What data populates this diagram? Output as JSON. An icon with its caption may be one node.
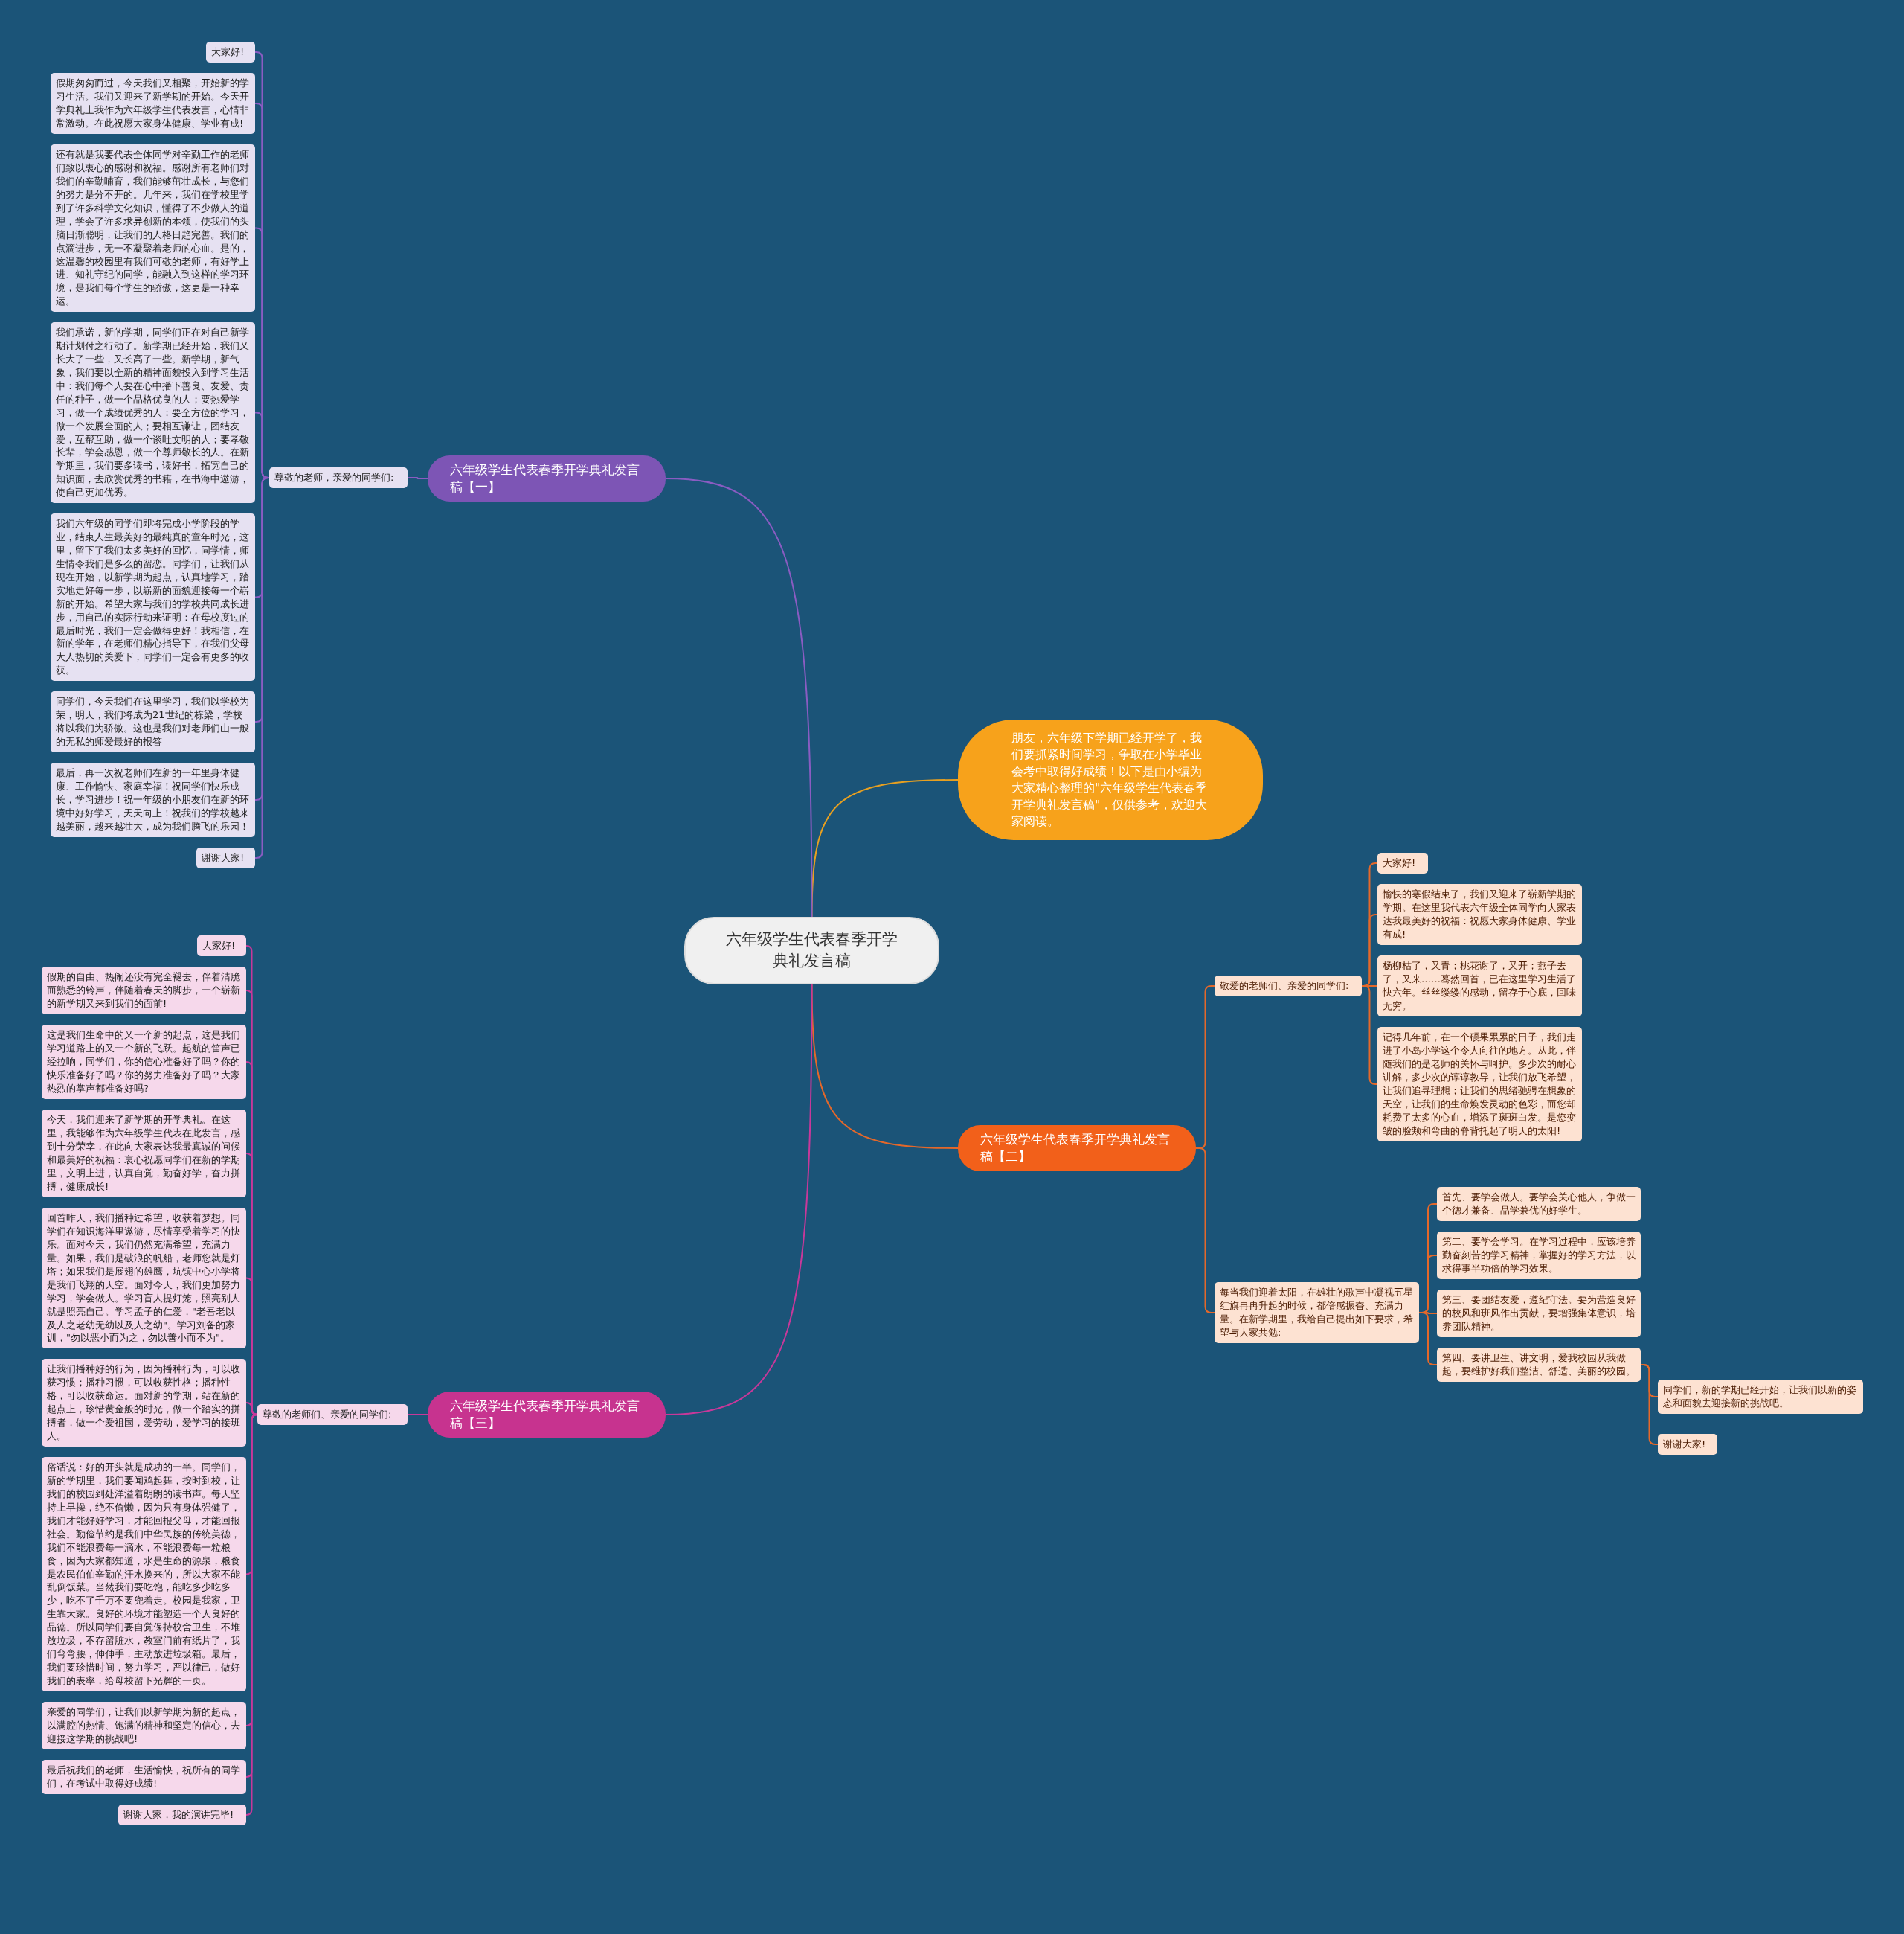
{
  "diagram": {
    "nodes": [
      {
        "text": [
          "六年级学生代表春季开学典礼发言稿"
        ]
      },
      {
        "text": [
          "朋友，六年级下学期已经开学了，我们要抓紧时间学习，争取在小学毕业会考中取得好成绩！以下是由小编为大家精心整理的\"六年级学生代表春季开学典礼发言稿\"，仅供参考，欢迎大家阅读。"
        ]
      },
      {
        "text": [
          "六年级学生代表春季开学典礼发言稿【一】"
        ]
      },
      {
        "text": [
          "尊敬的老师，亲爱的同学们:"
        ]
      },
      {
        "text": [
          "大家好!"
        ]
      },
      {
        "text": [
          "假期匆匆而过，今天我们又相聚，开始新的学习生活。我们又迎来了新学期的开始。今天开学典礼上我作为六年级学生代表发言，心情非常激动。在此祝愿大家身体健康、学业有成!"
        ]
      },
      {
        "text": [
          "还有就是我要代表全体同学对辛勤工作的老师们致以衷心的感谢和祝福。感谢所有老师们对我们的辛勤哺育，我们能够茁壮成长，与您们的努力是分不开的。几年来，我们在学校里学到了许多科学文化知识，懂得了不少做人的道理，学会了许多求异创新的本领，使我们的头脑日渐聪明，让我们的人格日趋完善。我们的点滴进步，无一不凝聚着老师的心血。是的，这温馨的校园里有我们可敬的老师，有好学上进、知礼守纪的同学，能融入到这样的学习环境，是我们每个学生的骄傲，这更是一种幸运。"
        ]
      },
      {
        "text": [
          "我们承诺，新的学期，同学们正在对自己新学期计划付之行动了。新学期已经开始，我们又长大了一些，又长高了一些。新学期，新气象，我们要以全新的精神面貌投入到学习生活中：我们每个人要在心中播下善良、友爱、责任的种子，做一个品格优良的人；要热爱学习，做一个成绩优秀的人；要全方位的学习，做一个发展全面的人；要相互谦让，团结友爱，互帮互助，做一个谈吐文明的人；要孝敬长辈，学会感恩，做一个尊师敬长的人。在新学期里，我们要多读书，读好书，拓宽自己的知识面，去欣赏优秀的书籍，在书海中遨游，使自己更加优秀。"
        ]
      },
      {
        "text": [
          "我们六年级的同学们即将完成小学阶段的学业，结束人生最美好的最纯真的童年时光，这里，留下了我们太多美好的回忆，同学情，师生情令我们是多么的留恋。同学们，让我们从现在开始，以新学期为起点，认真地学习，踏实地走好每一步，以崭新的面貌迎接每一个崭新的开始。希望大家与我们的学校共同成长进步，用自己的实际行动来证明：在母校度过的最后时光，我们一定会做得更好！我相信，在新的学年，在老师们精心指导下，在我们父母大人热切的关爱下，同学们一定会有更多的收获。"
        ]
      },
      {
        "text": [
          "同学们，今天我们在这里学习，我们以学校为荣，明天，我们将成为21世纪的栋梁，学校将以我们为骄傲。这也是我们对老师们山一般的无私的师爱最好的报答"
        ]
      },
      {
        "text": [
          "最后，再一次祝老师们在新的一年里身体健康、工作愉快、家庭幸福！祝同学们快乐成长，学习进步！祝一年级的小朋友们在新的环境中好好学习，天天向上！祝我们的学校越来越美丽，越来越壮大，成为我们腾飞的乐园！"
        ]
      },
      {
        "text": [
          "谢谢大家!"
        ]
      },
      {
        "text": [
          "六年级学生代表春季开学典礼发言稿【二】"
        ]
      },
      {
        "text": [
          "敬爱的老师们、亲爱的同学们:"
        ]
      },
      {
        "text": [
          "大家好!"
        ]
      },
      {
        "text": [
          "愉快的寒假结束了，我们又迎来了崭新学期的学期。在这里我代表六年级全体同学向大家表达我最美好的祝福：祝愿大家身体健康、学业有成!"
        ]
      },
      {
        "text": [
          "杨柳枯了，又青；桃花谢了，又开；燕子去了，又来……蓦然回首，已在这里学习生活了快六年。丝丝缕缕的感动，留存于心底，回味无穷。"
        ]
      },
      {
        "text": [
          "记得几年前，在一个硕果累累的日子，我们走进了小岛小学这个令人向往的地方。从此，伴随我们的是老师的关怀与呵护。多少次的耐心讲解，多少次的谆谆教导，让我们放飞希望，让我们追寻理想；让我们的思绪驰骋在想象的天空，让我们的生命焕发灵动的色彩，而您却耗费了太多的心血，增添了斑斑白发。是您变皱的脸颊和弯曲的脊背托起了明天的太阳!"
        ]
      },
      {
        "text": [
          "每当我们迎着太阳，在雄壮的歌声中凝视五星红旗冉冉升起的时候，都倍感振奋、充满力量。在新学期里，我给自己提出如下要求，希望与大家共勉:"
        ]
      },
      {
        "text": [
          "首先、要学会做人。要学会关心他人，争做一个德才兼备、品学兼优的好学生。"
        ]
      },
      {
        "text": [
          "第二、要学会学习。在学习过程中，应该培养勤奋刻苦的学习精神，掌握好的学习方法，以求得事半功倍的学习效果。"
        ]
      },
      {
        "text": [
          "第三、要团结友爱，遵纪守法。要为营造良好的校风和班风作出贡献，要增强集体意识，培养团队精神。"
        ]
      },
      {
        "text": [
          "第四、要讲卫生、讲文明，爱我校园从我做起，要维护好我们整洁、舒适、美丽的校园。"
        ]
      },
      {
        "text": [
          "同学们，新的学期已经开始，让我们以新的姿态和面貌去迎接新的挑战吧。"
        ]
      },
      {
        "text": [
          "谢谢大家!"
        ]
      },
      {
        "text": [
          "六年级学生代表春季开学典礼发言稿【三】"
        ]
      },
      {
        "text": [
          "尊敬的老师们、亲爱的同学们:"
        ]
      },
      {
        "text": [
          "大家好!"
        ]
      },
      {
        "text": [
          "假期的自由、热闹还没有完全褪去，伴着清脆而熟悉的铃声，伴随着春天的脚步，一个崭新的新学期又来到我们的面前!"
        ]
      },
      {
        "text": [
          "这是我们生命中的又一个新的起点，这是我们学习道路上的又一个新的飞跃。起航的笛声已经拉响，同学们，你的信心准备好了吗？你的快乐准备好了吗？你的努力准备好了吗？大家热烈的掌声都准备好吗?"
        ]
      },
      {
        "text": [
          "今天，我们迎来了新学期的开学典礼。在这里，我能够作为六年级学生代表在此发言，感到十分荣幸，在此向大家表达我最真诚的问候和最美好的祝福：衷心祝愿同学们在新的学期里，文明上进，认真自觉，勤奋好学，奋力拼搏，健康成长!"
        ]
      },
      {
        "text": [
          "回首昨天，我们播种过希望，收获着梦想。同学们在知识海洋里遨游，尽情享受着学习的快乐。面对今天，我们仍然充满希望，充满力量。如果，我们是破浪的帆船，老师您就是灯塔；如果我们是展翅的雄鹰，坑镇中心小学将是我们飞翔的天空。面对今天，我们更加努力学习，学会做人。学习盲人提灯笼，照亮别人就是照亮自己。学习孟子的仁爱，\"老吾老以及人之老幼无幼以及人之幼\"。学习刘备的家训，\"勿以恶小而为之，勿以善小而不为\"。"
        ]
      },
      {
        "text": [
          "让我们播种好的行为，因为播种行为，可以收获习惯；播种习惯，可以收获性格；播种性格，可以收获命运。面对新的学期，站在新的起点上，珍惜黄金般的时光，做一个踏实的拼搏者，做一个爱祖国，爱劳动，爱学习的接班人。"
        ]
      },
      {
        "text": [
          "俗话说：好的开头就是成功的一半。同学们，新的学期里，我们要闻鸡起舞，按时到校，让我们的校园到处洋溢着朗朗的读书声。每天坚持上早操，绝不偷懒，因为只有身体强健了，我们才能好好学习，才能回报父母，才能回报社会。勤俭节约是我们中华民族的传统美德，我们不能浪费每一滴水，不能浪费每一粒粮食，因为大家都知道，水是生命的源泉，粮食是农民伯伯辛勤的汗水换来的，所以大家不能乱倒饭菜。当然我们要吃饱，能吃多少吃多少，吃不了千万不要兜着走。校园是我家，卫生靠大家。良好的环境才能塑造一个人良好的品德。所以同学们要自觉保持校舍卫生，不堆放垃圾，不存留脏水，教室门前有纸片了，我们弯弯腰，伸伸手，主动放进垃圾箱。最后，我们要珍惜时间，努力学习，严以律己，做好我们的表率，给母校留下光辉的一页。"
        ]
      },
      {
        "text": [
          "亲爱的同学们，让我们以新学期为新的起点，以满腔的热情、饱满的精神和坚定的信心，去迎接这学期的挑战吧!"
        ]
      },
      {
        "text": [
          "最后祝我们的老师，生活愉快，祝所有的同学们，在考试中取得好成绩!"
        ]
      },
      {
        "text": [
          "谢谢大家，我的演讲完毕!"
        ]
      }
    ],
    "edges": [
      {
        "from": 0,
        "to": 1,
        "arrow": "none",
        "color": "#e8a020"
      },
      {
        "from": 0,
        "to": 2,
        "arrow": "none",
        "color": "#8a5cc2"
      },
      {
        "from": 2,
        "to": 3,
        "arrow": "none",
        "color": "#8a5cc2"
      },
      {
        "from": 3,
        "to": 4,
        "arrow": "none",
        "color": "#8a5cc2"
      },
      {
        "from": 3,
        "to": 5,
        "arrow": "none",
        "color": "#8a5cc2"
      },
      {
        "from": 3,
        "to": 6,
        "arrow": "none",
        "color": "#8a5cc2"
      },
      {
        "from": 3,
        "to": 7,
        "arrow": "none",
        "color": "#8a5cc2"
      },
      {
        "from": 3,
        "to": 8,
        "arrow": "none",
        "color": "#8a5cc2"
      },
      {
        "from": 3,
        "to": 9,
        "arrow": "none",
        "color": "#8a5cc2"
      },
      {
        "from": 3,
        "to": 10,
        "arrow": "none",
        "color": "#8a5cc2"
      },
      {
        "from": 3,
        "to": 11,
        "arrow": "none",
        "color": "#8a5cc2"
      },
      {
        "from": 0,
        "to": 12,
        "arrow": "none"
      },
      {
        "from": 12,
        "to": 13,
        "arrow": "none"
      },
      {
        "from": 13,
        "to": 14,
        "arrow": "none"
      },
      {
        "from": 13,
        "to": 15,
        "arrow": "none"
      },
      {
        "from": 13,
        "to": 16,
        "arrow": "none"
      },
      {
        "from": 13,
        "to": 17,
        "arrow": "none"
      },
      {
        "from": 12,
        "to": 18,
        "arrow": "none"
      },
      {
        "from": 18,
        "to": 19,
        "arrow": "none"
      },
      {
        "from": 18,
        "to": 20,
        "arrow": "none"
      },
      {
        "from": 18,
        "to": 21,
        "arrow": "none"
      },
      {
        "from": 18,
        "to": 22,
        "arrow": "none"
      },
      {
        "from": 22,
        "to": 23,
        "arrow": "none"
      },
      {
        "from": 22,
        "to": 24,
        "arrow": "none"
      },
      {
        "from": 0,
        "to": 25,
        "arrow": "none",
        "color": "#c8389a"
      },
      {
        "from": 25,
        "to": 26,
        "arrow": "none",
        "color": "#c8389a"
      },
      {
        "from": 26,
        "to": 27,
        "arrow": "none",
        "color": "#c8389a"
      },
      {
        "from": 26,
        "to": 28,
        "arrow": "none",
        "color": "#c8389a"
      },
      {
        "from": 26,
        "to": 29,
        "arrow": "none",
        "color": "#c8389a"
      },
      {
        "from": 26,
        "to": 30,
        "arrow": "none",
        "color": "#c8389a"
      },
      {
        "from": 26,
        "to": 31,
        "arrow": "none",
        "color": "#c8389a"
      },
      {
        "from": 26,
        "to": 32,
        "arrow": "none",
        "color": "#c8389a"
      },
      {
        "from": 26,
        "to": 33,
        "arrow": "none",
        "color": "#c8389a"
      },
      {
        "from": 26,
        "to": 34,
        "arrow": "none",
        "color": "#c8389a"
      },
      {
        "from": 26,
        "to": 35,
        "arrow": "none",
        "color": "#c8389a"
      },
      {
        "from": 26,
        "to": 36,
        "arrow": "none",
        "color": "#c8389a"
      }
    ]
  }
}
